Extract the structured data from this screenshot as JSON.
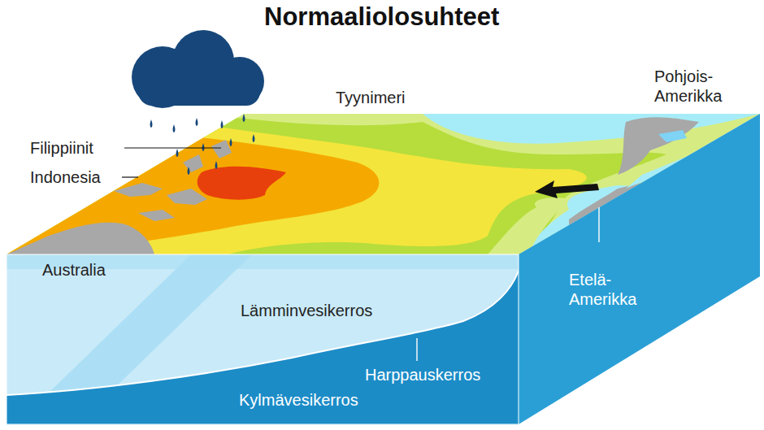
{
  "diagram": {
    "title": "Normaaliolosuhteet",
    "labels": [
      "Tyynimeri",
      "Pohjois- Amerikka",
      "Filippiinit",
      "Indonesia",
      "Australia",
      "Etelä- Amerikka",
      "Lämminvesikerros",
      "Harppauskerros",
      "Kylmävesikerros"
    ]
  }
}
